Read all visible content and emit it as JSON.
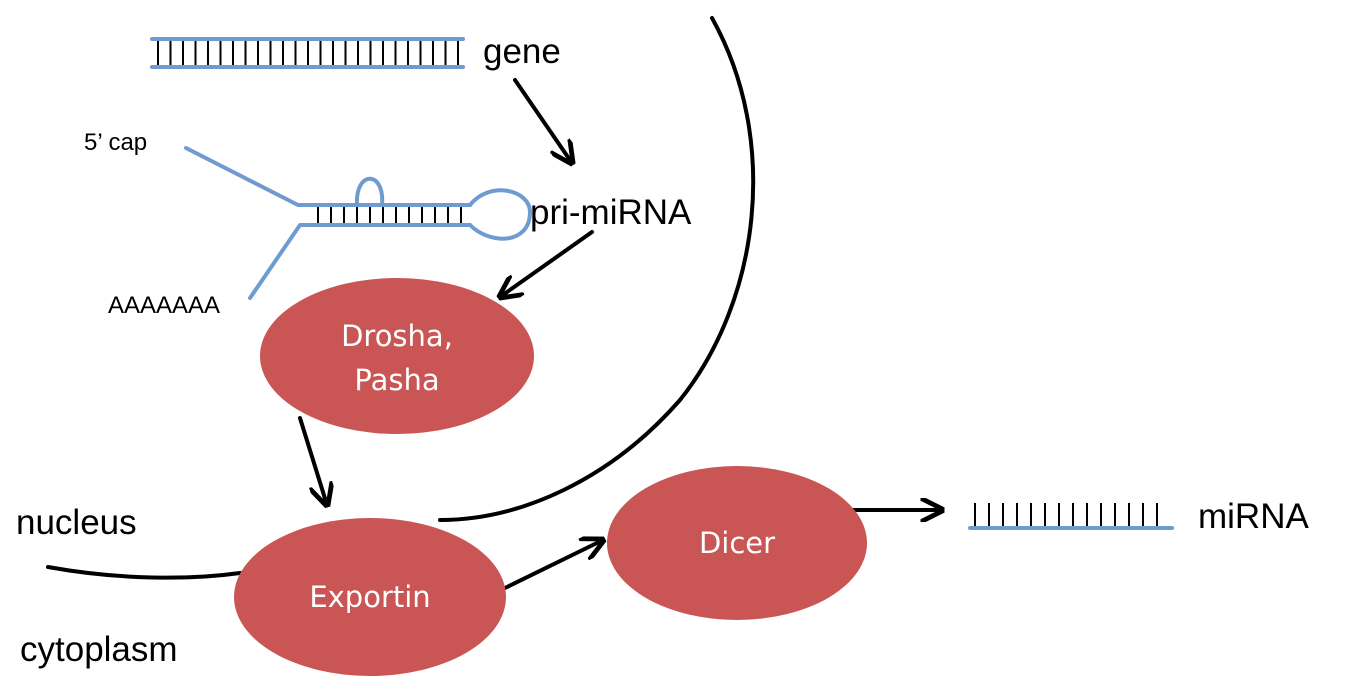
{
  "labels": {
    "gene": "gene",
    "pri_mirna": "pri-miRNA",
    "five_cap": "5’ cap",
    "poly_a": "AAAAAAA",
    "nucleus": "nucleus",
    "cytoplasm": "cytoplasm",
    "mirna": "miRNA"
  },
  "enzymes": {
    "drosha_line1": "Drosha,",
    "drosha_line2": "Pasha",
    "exportin": "Exportin",
    "dicer": "Dicer"
  },
  "colors": {
    "enzyme_fill": "#c95555",
    "rna_strand": "#6f9cd0",
    "text": "#000000"
  }
}
